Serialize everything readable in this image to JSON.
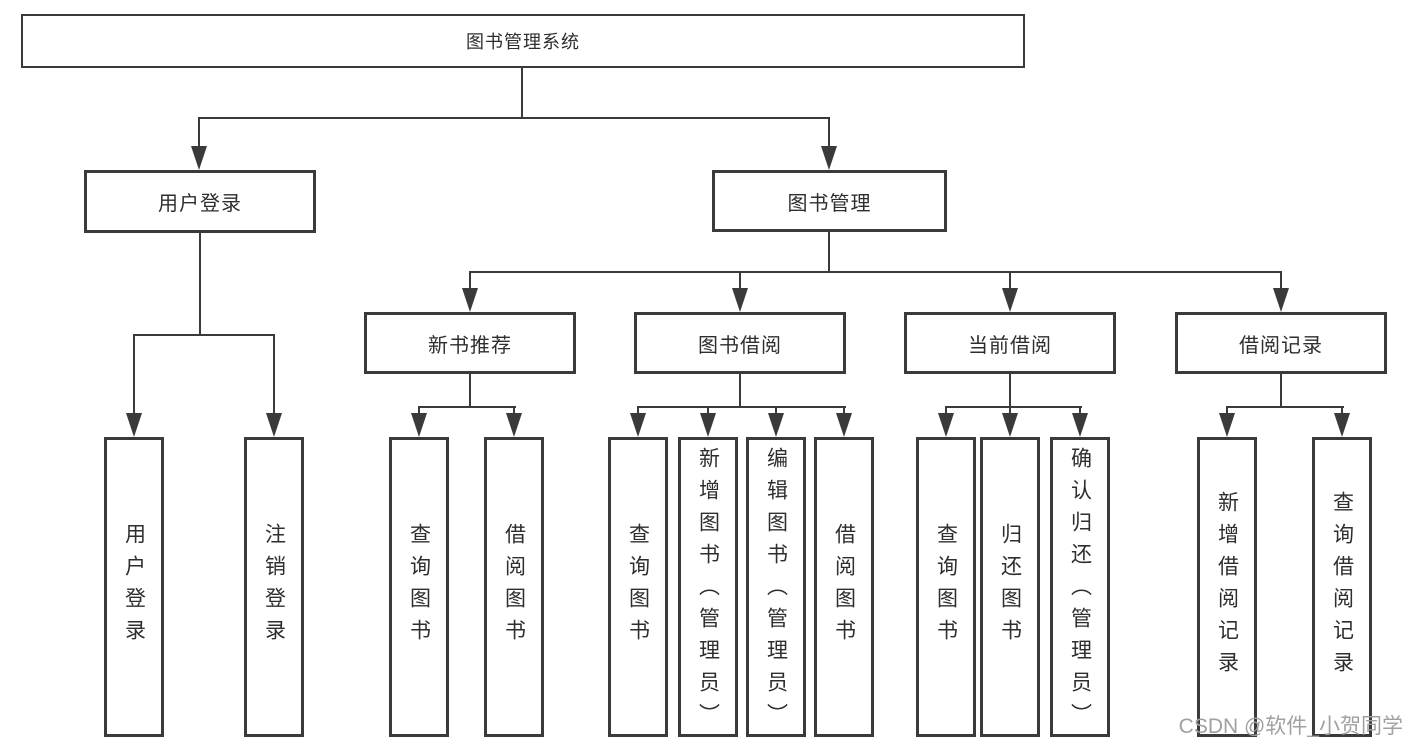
{
  "diagram": {
    "root": {
      "label": "图书管理系统"
    },
    "level2": {
      "user_login": {
        "label": "用户登录"
      },
      "book_mgmt": {
        "label": "图书管理"
      }
    },
    "level3": {
      "new_books": {
        "label": "新书推荐"
      },
      "book_borrow": {
        "label": "图书借阅"
      },
      "current_borrow": {
        "label": "当前借阅"
      },
      "borrow_records": {
        "label": "借阅记录"
      }
    },
    "leaves": {
      "user_login": [
        {
          "label": "用户登录"
        },
        {
          "label": "注销登录"
        }
      ],
      "new_books": [
        {
          "label": "查询图书"
        },
        {
          "label": "借阅图书"
        }
      ],
      "book_borrow": [
        {
          "label": "查询图书"
        },
        {
          "label": "新增图书（管理员）"
        },
        {
          "label": "编辑图书（管理员）"
        },
        {
          "label": "借阅图书"
        }
      ],
      "current_borrow": [
        {
          "label": "查询图书"
        },
        {
          "label": "归还图书"
        },
        {
          "label": "确认归还（管理员）"
        }
      ],
      "borrow_records": [
        {
          "label": "新增借阅记录"
        },
        {
          "label": "查询借阅记录"
        }
      ]
    }
  },
  "watermark": {
    "text": "CSDN @软件_小贺同学"
  },
  "colors": {
    "line": "#3a3a3a",
    "text": "#2e2e2e",
    "watermark": "#a0a0a0",
    "background": "#ffffff"
  }
}
